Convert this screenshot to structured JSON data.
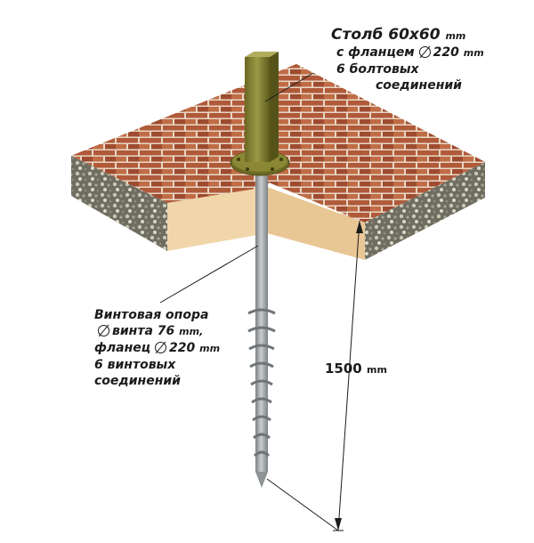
{
  "post_callout": {
    "line1_text": "Столб 60х60",
    "line1_unit": "mm",
    "line2_text": "с фланцем",
    "line2_value": "220",
    "line2_unit": "mm",
    "line3": "6 болтовых",
    "line4": "соединений"
  },
  "pile_callout": {
    "line1": "Винтовая опора",
    "line2_text": "винта 76",
    "line2_unit": "mm,",
    "line3_text": "фланец",
    "line3_value": "220",
    "line3_unit": "mm",
    "line4": "6 винтовых",
    "line5": "соединений"
  },
  "depth_callout": {
    "value": "1500",
    "unit": "mm"
  },
  "colors": {
    "brick": "#b05a3a",
    "mortar": "#e8d7c4",
    "soil_face": "#f1d6aa",
    "gravel": "#8c8a7a",
    "post": "#7d7a2c",
    "pile": "#a4a8ab"
  }
}
